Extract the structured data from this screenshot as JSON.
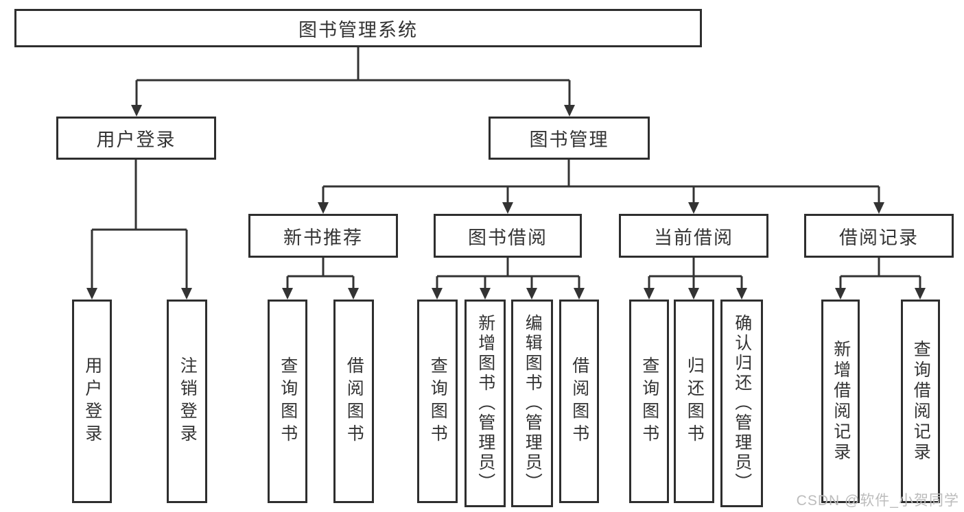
{
  "diagram": {
    "title": "图书管理系统",
    "watermark": "CSDN @软件_小贺同学"
  },
  "colors": {
    "line": "#333333",
    "box_border": "#2e2e2e",
    "text": "#333333",
    "watermark": "#bcbcbc",
    "background": "#ffffff"
  },
  "nodes": {
    "root": {
      "label": "图书管理系统"
    },
    "user_login": {
      "label": "用户登录"
    },
    "book_mgmt": {
      "label": "图书管理"
    },
    "new_book_rec": {
      "label": "新书推荐"
    },
    "book_borrow": {
      "label": "图书借阅"
    },
    "current_borrow": {
      "label": "当前借阅"
    },
    "borrow_records": {
      "label": "借阅记录"
    },
    "leaf_user_login": {
      "label": "用户登录"
    },
    "leaf_logout": {
      "label": "注销登录"
    },
    "leaf_query_book_1": {
      "label": "查询图书"
    },
    "leaf_borrow_book_1": {
      "label": "借阅图书"
    },
    "leaf_query_book_2": {
      "label": "查询图书"
    },
    "leaf_add_book": {
      "label": "新增图书（管理员）"
    },
    "leaf_edit_book": {
      "label": "编辑图书（管理员）"
    },
    "leaf_borrow_book_2": {
      "label": "借阅图书"
    },
    "leaf_query_book_3": {
      "label": "查询图书"
    },
    "leaf_return_book": {
      "label": "归还图书"
    },
    "leaf_confirm_return": {
      "label": "确认归还（管理员）"
    },
    "leaf_add_record": {
      "label": "新增借阅记录"
    },
    "leaf_query_record": {
      "label": "查询借阅记录"
    }
  },
  "tree": {
    "root": "图书管理系统",
    "children": [
      {
        "label": "用户登录",
        "children": [
          "用户登录",
          "注销登录"
        ]
      },
      {
        "label": "图书管理",
        "children": [
          {
            "label": "新书推荐",
            "children": [
              "查询图书",
              "借阅图书"
            ]
          },
          {
            "label": "图书借阅",
            "children": [
              "查询图书",
              "新增图书（管理员）",
              "编辑图书（管理员）",
              "借阅图书"
            ]
          },
          {
            "label": "当前借阅",
            "children": [
              "查询图书",
              "归还图书",
              "确认归还（管理员）"
            ]
          },
          {
            "label": "借阅记录",
            "children": [
              "新增借阅记录",
              "查询借阅记录"
            ]
          }
        ]
      }
    ]
  }
}
